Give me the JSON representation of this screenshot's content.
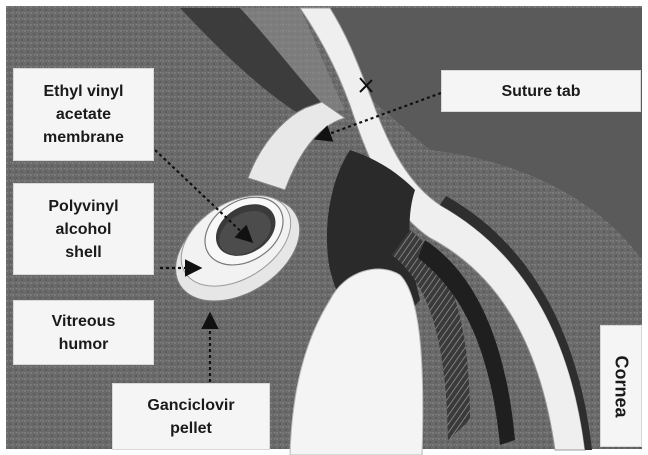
{
  "labels": {
    "eva": "Ethyl vinyl\nacetate\nmembrane",
    "pva": "Polyvinyl\nalcohol\nshell",
    "vitreous": "Vitreous\nhumor",
    "ganciclovir": "Ganciclovir\npellet",
    "suture": "Suture tab",
    "cornea": "Cornea"
  },
  "colors": {
    "background": "#6e6e6e",
    "implant": "#ececec",
    "tissue_dark": "#333333",
    "label_bg": "#f5f5f5"
  }
}
